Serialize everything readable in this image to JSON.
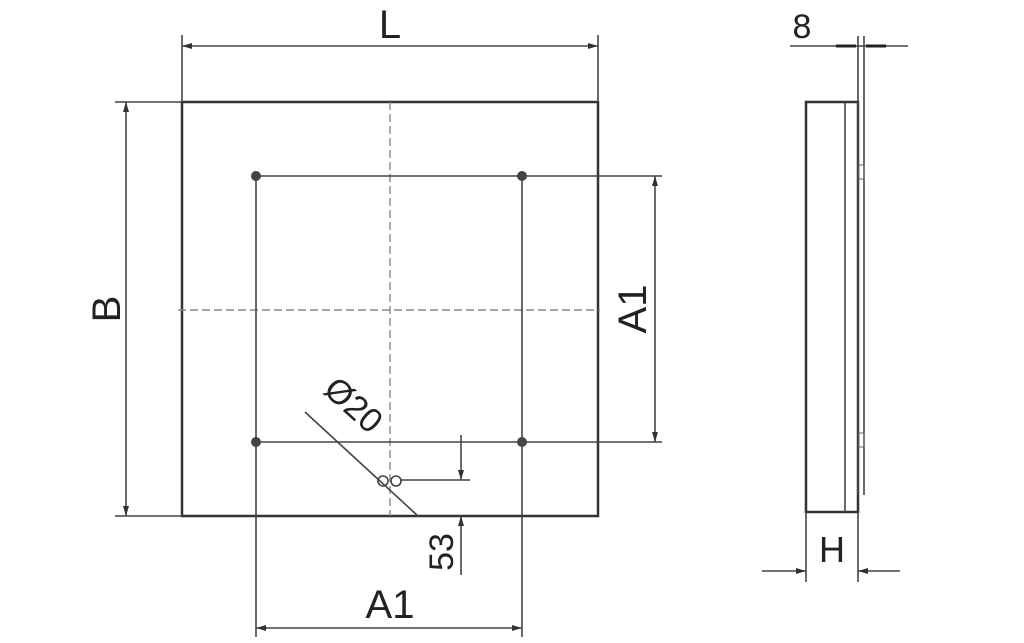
{
  "drawing": {
    "front_view": {
      "length_label": "L",
      "width_label": "B",
      "hole_spacing_vertical_label": "A1",
      "hole_spacing_horizontal_label": "A1",
      "hole_diameter_label": "Ø20",
      "hole_offset_label": "53"
    },
    "side_view": {
      "thickness_label": "8",
      "height_label": "H"
    },
    "colors": {
      "line": "#333333",
      "centerline": "#888888"
    }
  }
}
